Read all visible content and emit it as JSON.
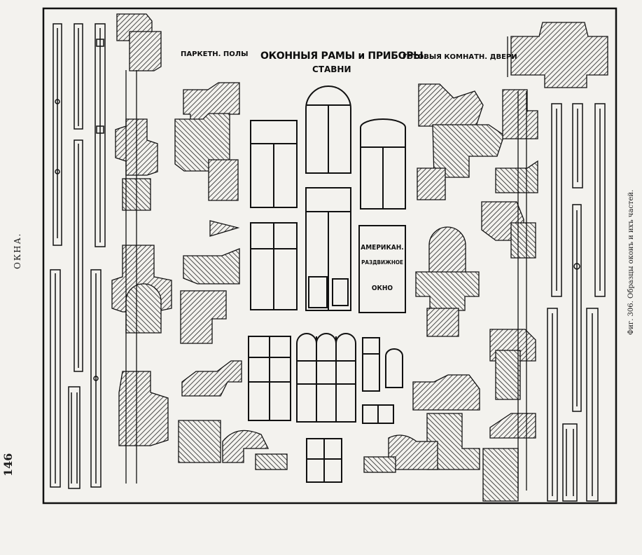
{
  "page": {
    "number": "146",
    "running_head": "ОКНА.",
    "caption": "Фиг. 306. Образцы оконъ и ихъ частей."
  },
  "plate": {
    "label_left": "ПАРКЕТН. ПОЛЫ",
    "title_line1": "ОКОННЫЯ РАМЫ и ПРИБОРЫ.",
    "title_line2": "СТАВНИ",
    "label_right": "ГОТОВЫЯ КОМНАТН. ДВЕРИ",
    "american_window": {
      "line1": "АМЕРИКАН.",
      "line2": "РАЗДВИЖНОЕ",
      "line3": "ОКНО"
    }
  },
  "colors": {
    "paper": "#f3f2ee",
    "ink": "#111111",
    "hatch": "#2a2a2a"
  }
}
